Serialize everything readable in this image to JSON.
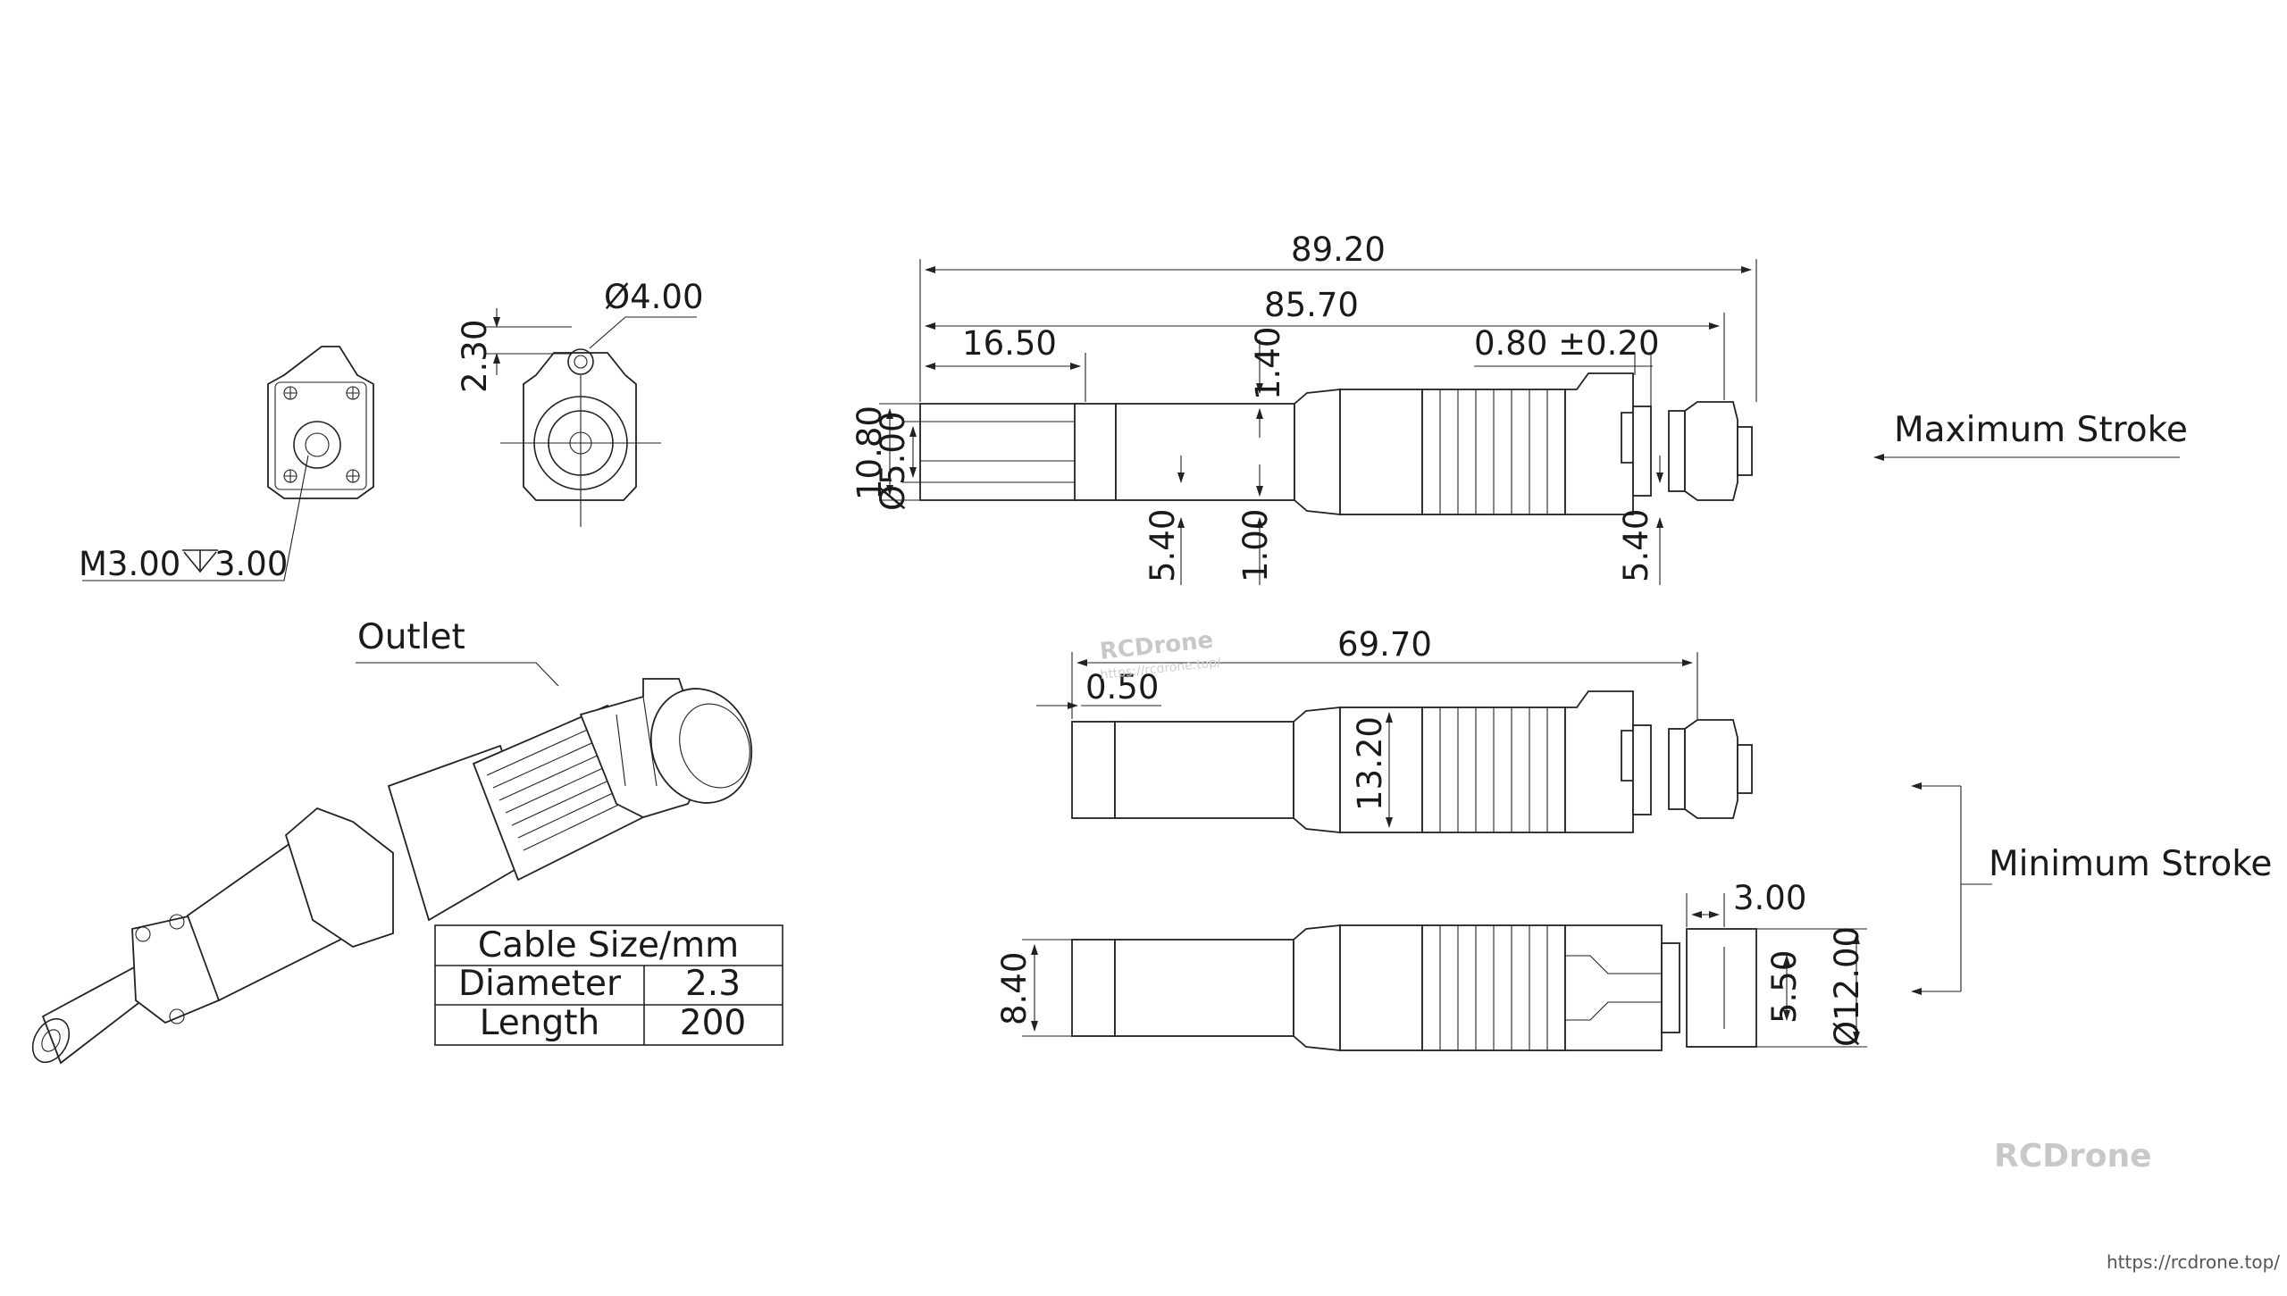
{
  "views": {
    "end_view_label": "M3.00",
    "end_view_depth": "3.00",
    "top_hole_diameter": "Ø4.00",
    "top_offset": "2.30"
  },
  "isometric": {
    "outlet_label": "Outlet"
  },
  "cable_table": {
    "header": "Cable Size/mm",
    "rows": [
      {
        "name": "Diameter",
        "value": "2.3"
      },
      {
        "name": "Length",
        "value": "200"
      }
    ]
  },
  "max_stroke_view": {
    "label": "Maximum Stroke",
    "overall_length": "89.20",
    "body_length": "85.70",
    "rod_length": "16.50",
    "clip_gap": "0.80 ±0.20",
    "rod_height": "10.80",
    "rod_diameter": "Ø5.00",
    "step_top": "1.40",
    "step_bottom": "1.00",
    "left_offset": "5.40",
    "right_offset": "5.40"
  },
  "min_stroke_view_a": {
    "length": "69.70",
    "lip": "0.50",
    "body_height": "13.20"
  },
  "min_stroke_view_b": {
    "rod_height": "8.40",
    "cap_width": "3.00",
    "inner": "5.50",
    "cap_diameter": "Ø12.00"
  },
  "min_stroke_label": "Minimum Stroke",
  "watermark": {
    "brand": "RCDrone",
    "url_small": "https://rcdrone.top/",
    "corner_url": "https://rcdrone.top/"
  }
}
